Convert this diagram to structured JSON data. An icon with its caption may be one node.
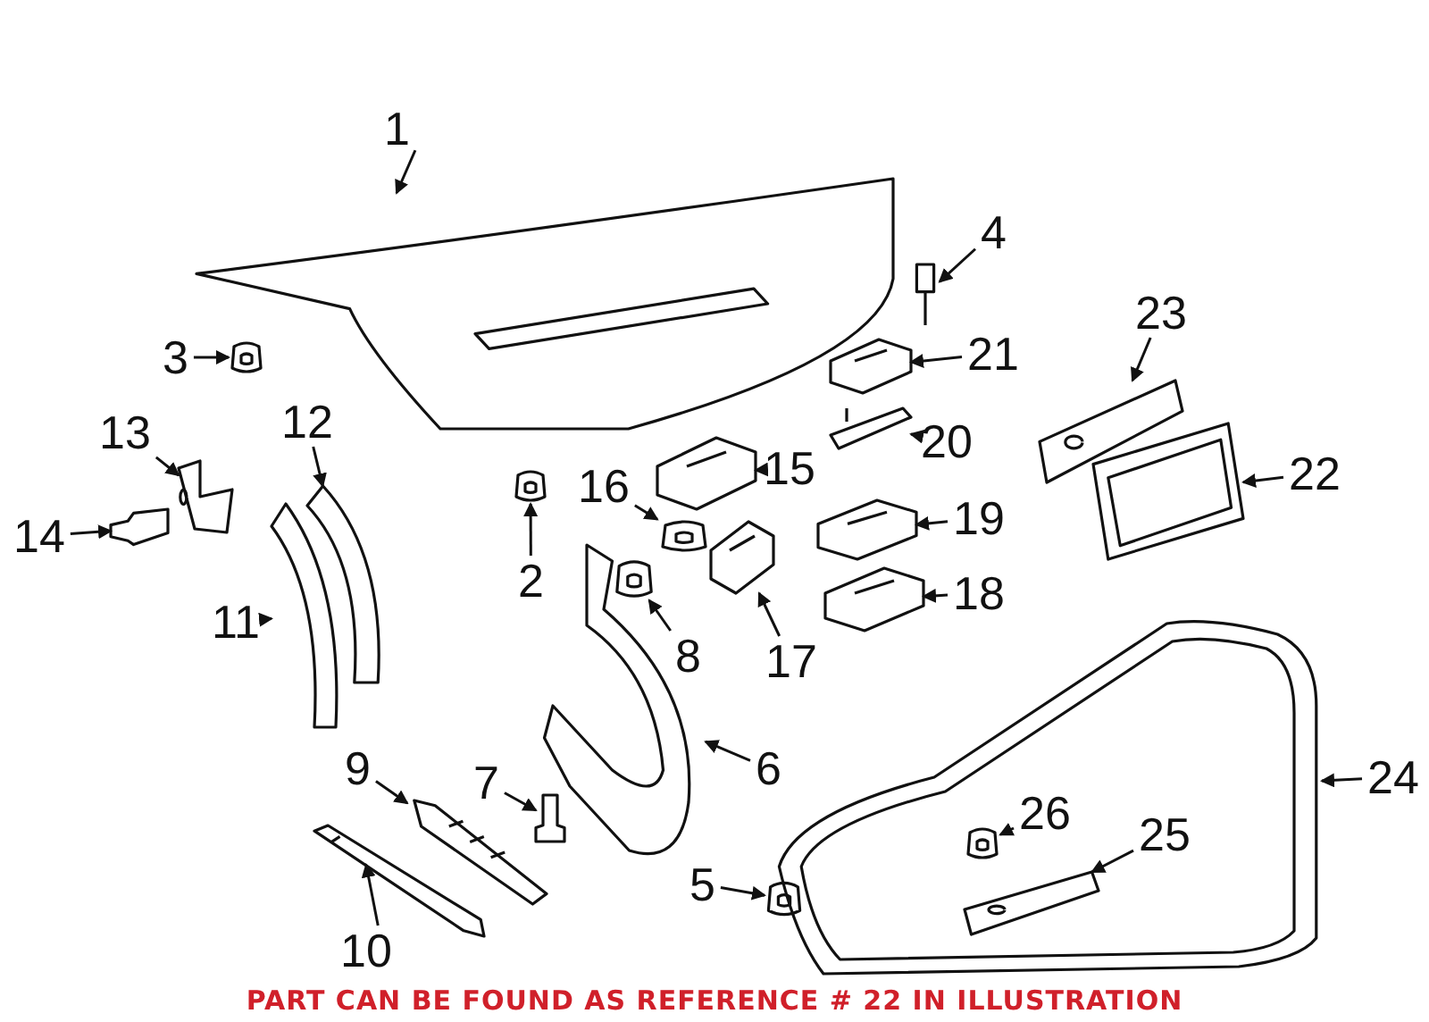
{
  "diagram": {
    "caption": "PART CAN BE FOUND AS REFERENCE # 22 IN ILLUSTRATION",
    "nodes": [
      {
        "text": [
          "1"
        ]
      },
      {
        "text": [
          "2"
        ]
      },
      {
        "text": [
          "3"
        ]
      },
      {
        "text": [
          "4"
        ]
      },
      {
        "text": [
          "5"
        ]
      },
      {
        "text": [
          "6"
        ]
      },
      {
        "text": [
          "7"
        ]
      },
      {
        "text": [
          "8"
        ]
      },
      {
        "text": [
          "9"
        ]
      },
      {
        "text": [
          "10"
        ]
      },
      {
        "text": [
          "11"
        ]
      },
      {
        "text": [
          "12"
        ]
      },
      {
        "text": [
          "13"
        ]
      },
      {
        "text": [
          "14"
        ]
      },
      {
        "text": [
          "15"
        ]
      },
      {
        "text": [
          "16"
        ]
      },
      {
        "text": [
          "17"
        ]
      },
      {
        "text": [
          "18"
        ]
      },
      {
        "text": [
          "19"
        ]
      },
      {
        "text": [
          "20"
        ]
      },
      {
        "text": [
          "21"
        ]
      },
      {
        "text": [
          "22"
        ]
      },
      {
        "text": [
          "23"
        ]
      },
      {
        "text": [
          "24"
        ]
      },
      {
        "text": [
          "25"
        ],
        "in": 49
      },
      {
        "text": [
          "26"
        ],
        "in": 49
      },
      {
        "text": [],
        "shape": "picture"
      },
      {
        "text": [],
        "shape": "picture"
      },
      {
        "text": [],
        "shape": "picture"
      },
      {
        "text": [],
        "shape": "picture"
      },
      {
        "text": [],
        "shape": "picture"
      },
      {
        "text": [],
        "shape": "picture"
      },
      {
        "text": [],
        "shape": "picture"
      },
      {
        "text": [],
        "shape": "picture"
      },
      {
        "text": [],
        "shape": "picture"
      },
      {
        "text": [],
        "shape": "picture"
      },
      {
        "text": [],
        "shape": "picture"
      },
      {
        "text": [],
        "shape": "picture"
      },
      {
        "text": [],
        "shape": "picture"
      },
      {
        "text": [],
        "shape": "picture"
      },
      {
        "text": [],
        "shape": "picture"
      },
      {
        "text": [],
        "shape": "picture"
      },
      {
        "text": [],
        "shape": "picture"
      },
      {
        "text": [],
        "shape": "picture"
      },
      {
        "text": [],
        "shape": "picture"
      },
      {
        "text": [],
        "shape": "picture"
      },
      {
        "text": [],
        "shape": "picture"
      },
      {
        "text": [],
        "shape": "picture"
      },
      {
        "text": [],
        "shape": "picture"
      },
      {
        "text": [],
        "shape": "picture"
      },
      {
        "text": [],
        "shape": "picture",
        "in": 49
      },
      {
        "text": [],
        "shape": "picture",
        "in": 49
      }
    ],
    "edges": [
      {
        "from": 0,
        "to": 26,
        "arrow": "to"
      },
      {
        "from": 1,
        "to": 27,
        "arrow": "to"
      },
      {
        "from": 2,
        "to": 28,
        "arrow": "to"
      },
      {
        "from": 3,
        "to": 29,
        "arrow": "to"
      },
      {
        "from": 4,
        "to": 30,
        "arrow": "to"
      },
      {
        "from": 5,
        "to": 31,
        "arrow": "to"
      },
      {
        "from": 6,
        "to": 32,
        "arrow": "to"
      },
      {
        "from": 7,
        "to": 33,
        "arrow": "to"
      },
      {
        "from": 8,
        "to": 34,
        "arrow": "to"
      },
      {
        "from": 9,
        "to": 35,
        "arrow": "to"
      },
      {
        "from": 10,
        "to": 36,
        "arrow": "to"
      },
      {
        "from": 11,
        "to": 37,
        "arrow": "to"
      },
      {
        "from": 12,
        "to": 38,
        "arrow": "to"
      },
      {
        "from": 13,
        "to": 39,
        "arrow": "to"
      },
      {
        "from": 14,
        "to": 40,
        "arrow": "to"
      },
      {
        "from": 15,
        "to": 41,
        "arrow": "to"
      },
      {
        "from": 16,
        "to": 42,
        "arrow": "to"
      },
      {
        "from": 17,
        "to": 43,
        "arrow": "to"
      },
      {
        "from": 18,
        "to": 44,
        "arrow": "to"
      },
      {
        "from": 19,
        "to": 45,
        "arrow": "to"
      },
      {
        "from": 20,
        "to": 46,
        "arrow": "to"
      },
      {
        "from": 21,
        "to": 47,
        "arrow": "to"
      },
      {
        "from": 22,
        "to": 48,
        "arrow": "to"
      },
      {
        "from": 23,
        "to": 49,
        "arrow": "to"
      },
      {
        "from": 24,
        "to": 50,
        "arrow": "to"
      },
      {
        "from": 25,
        "to": 51,
        "arrow": "to"
      }
    ]
  }
}
